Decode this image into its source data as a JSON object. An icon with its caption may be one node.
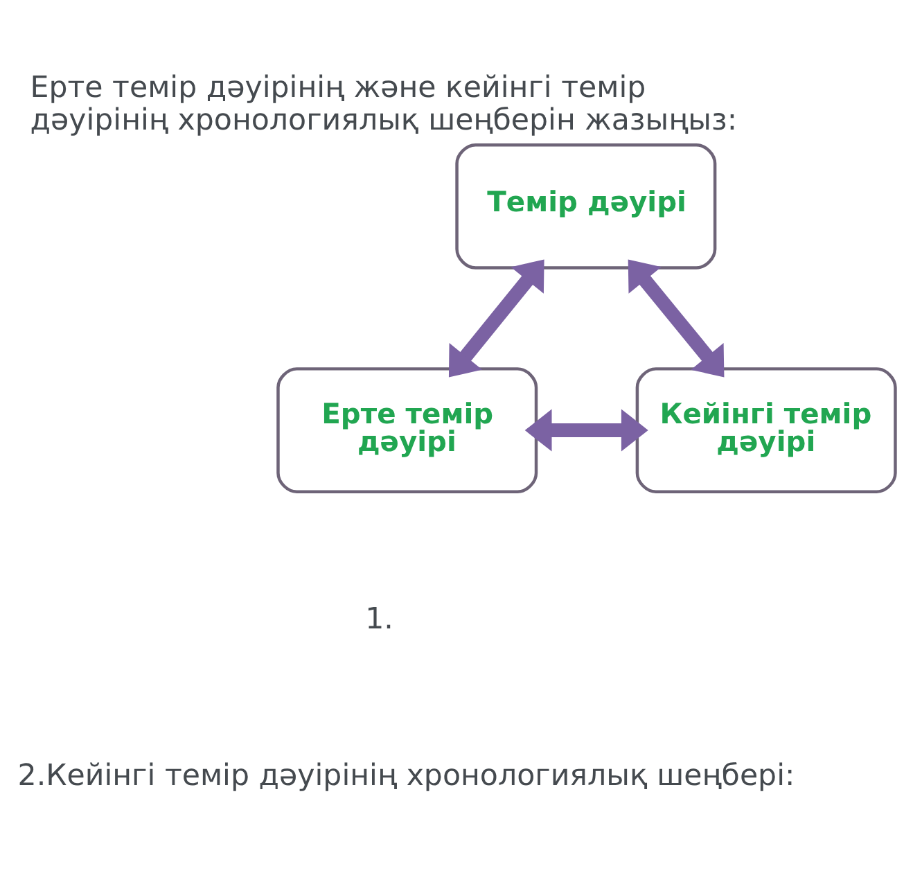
{
  "diagram": {
    "title": "Ерте темір дәуірінің және кейінгі темір дәуірінің хронологиялық шеңберін жазыңыз:",
    "nodes": [
      {
        "text": [
          "Темір дәуірі"
        ]
      },
      {
        "text": [
          "Ерте темір дәуірі"
        ]
      },
      {
        "text": [
          "Кейінгі темір дәуірі"
        ]
      }
    ],
    "edges": [
      {
        "from": 0,
        "to": 1,
        "arrow": "both"
      },
      {
        "from": 0,
        "to": 2,
        "arrow": "both"
      },
      {
        "from": 1,
        "to": 2,
        "arrow": "both"
      }
    ],
    "labels": [
      "1.",
      "2.Кейінгі темір дәуірінің хронологиялық шеңбері:"
    ]
  }
}
